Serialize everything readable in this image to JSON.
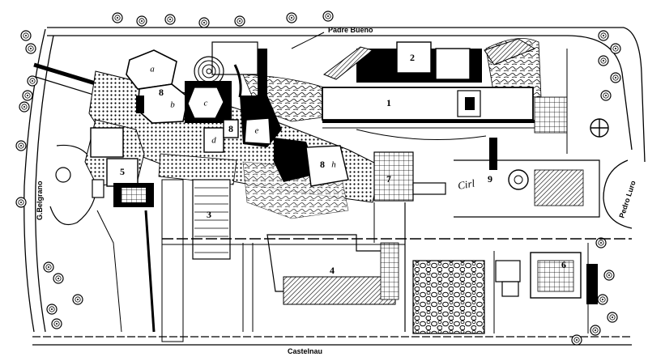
{
  "streets": {
    "top": "Padre Bueno",
    "left": "G.Belgrano",
    "right": "Pedro Luro",
    "bottom": "Castelnau"
  },
  "numbers": [
    "1",
    "2",
    "3",
    "4",
    "5",
    "6",
    "7",
    "8",
    "8",
    "9"
  ],
  "letters": [
    "a",
    "b",
    "c",
    "d",
    "e",
    "h"
  ],
  "annotations": {
    "scribble": "Cirl"
  }
}
